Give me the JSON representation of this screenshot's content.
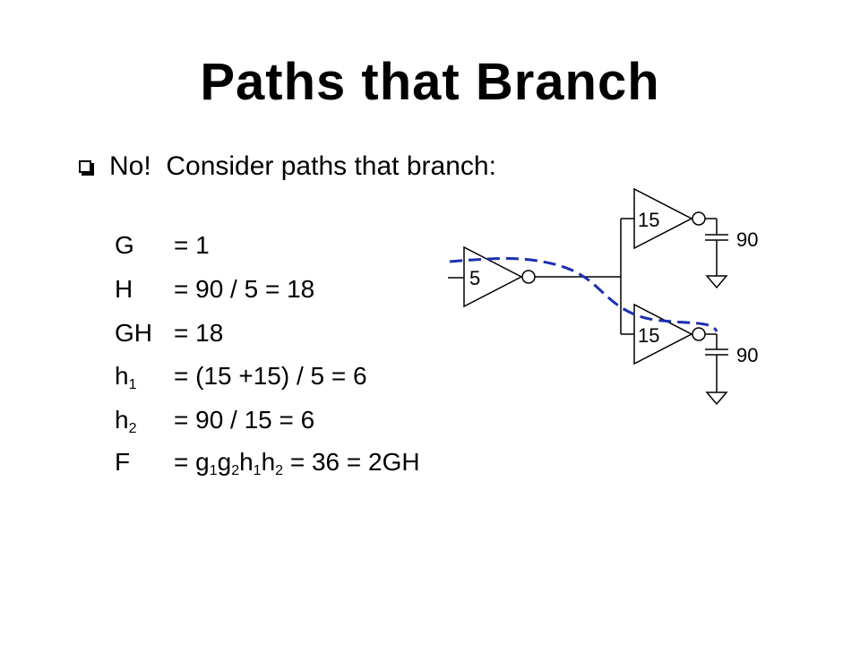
{
  "slide": {
    "title": "Paths that Branch",
    "bullet": "No!  Consider paths that branch:"
  },
  "equations": {
    "G": {
      "lhs": "G",
      "rhs": "= 1"
    },
    "H": {
      "lhs": "H",
      "rhs": "= 90 / 5 = 18"
    },
    "GH": {
      "lhs": "GH",
      "rhs": "= 18"
    },
    "h1": {
      "lhs_main": "h",
      "lhs_sub": "1",
      "rhs": "= (15 +15) / 5 = 6"
    },
    "h2": {
      "lhs_main": "h",
      "lhs_sub": "2",
      "rhs": "= 90 / 15 = 6"
    },
    "F": {
      "lhs": "F",
      "rhs_parts": [
        "= g",
        "1",
        "g",
        "2",
        "h",
        "1",
        "h",
        "2",
        " = 36 = 2GH"
      ]
    }
  },
  "circuit": {
    "first_gate_size": "5",
    "upper_gate_size": "15",
    "lower_gate_size": "15",
    "upper_load": "90",
    "lower_load": "90",
    "path_color": "#1a2fb0"
  }
}
